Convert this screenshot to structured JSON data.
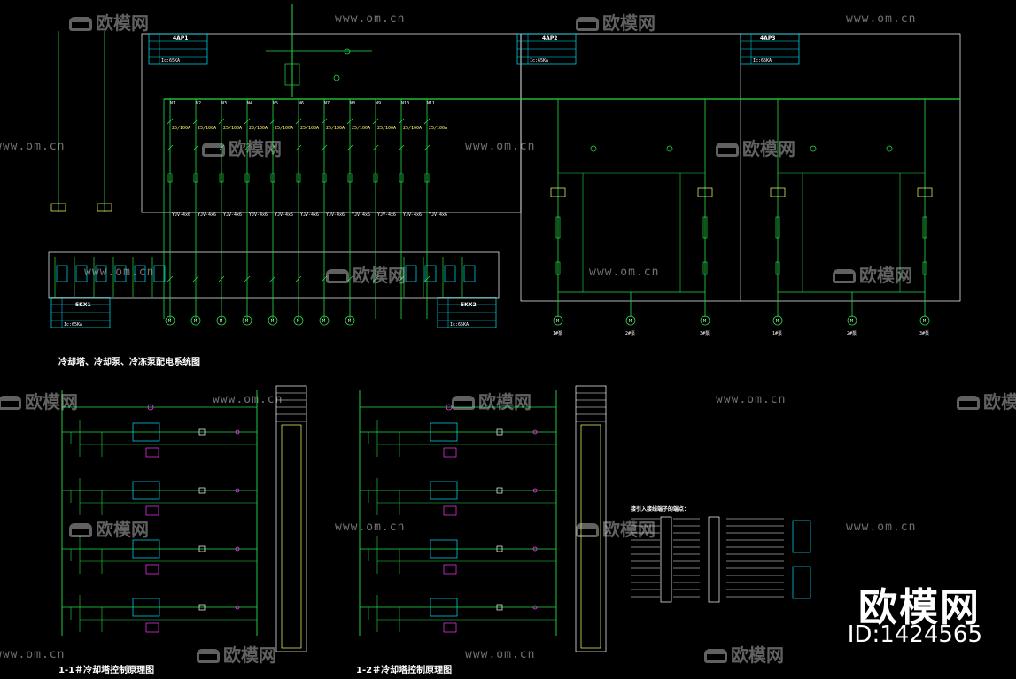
{
  "captions": {
    "system": "冷却塔、冷却泵、冷冻泵配电系统图",
    "ctrl1": "1-1＃冷却塔控制原理图",
    "ctrl2": "1-2＃冷却塔控制原理图",
    "terminal": "接引入接线端子的端点："
  },
  "watermark": {
    "brand": "欧模网",
    "url": "www.om.cn",
    "id_text": "ID:1424565"
  },
  "panels": [
    {
      "name": "4AP1",
      "icc": "Ic:65KA"
    },
    {
      "name": "4AP2",
      "icc": "Ic:65KA"
    },
    {
      "name": "4AP3",
      "icc": "Ic:65KA"
    },
    {
      "name": "5KX1",
      "icc": "Ic:65KA"
    },
    {
      "name": "5KX2",
      "icc": "Ic:65KA"
    }
  ],
  "circuits_left": [
    "N1",
    "N2",
    "N3",
    "N4",
    "N5",
    "N6",
    "N7",
    "N8",
    "N9",
    "N10",
    "N11"
  ],
  "breaker_rating": "25/100A",
  "cable_spec": "YJV-4x6",
  "pump_circuits": [
    "1#泵",
    "2#泵",
    "3#泵"
  ],
  "colors": {
    "line": "#22dd44",
    "box": "#00e5ff",
    "text": "#ffffff",
    "label": "#ffff66",
    "magenta": "#ff33ff"
  }
}
